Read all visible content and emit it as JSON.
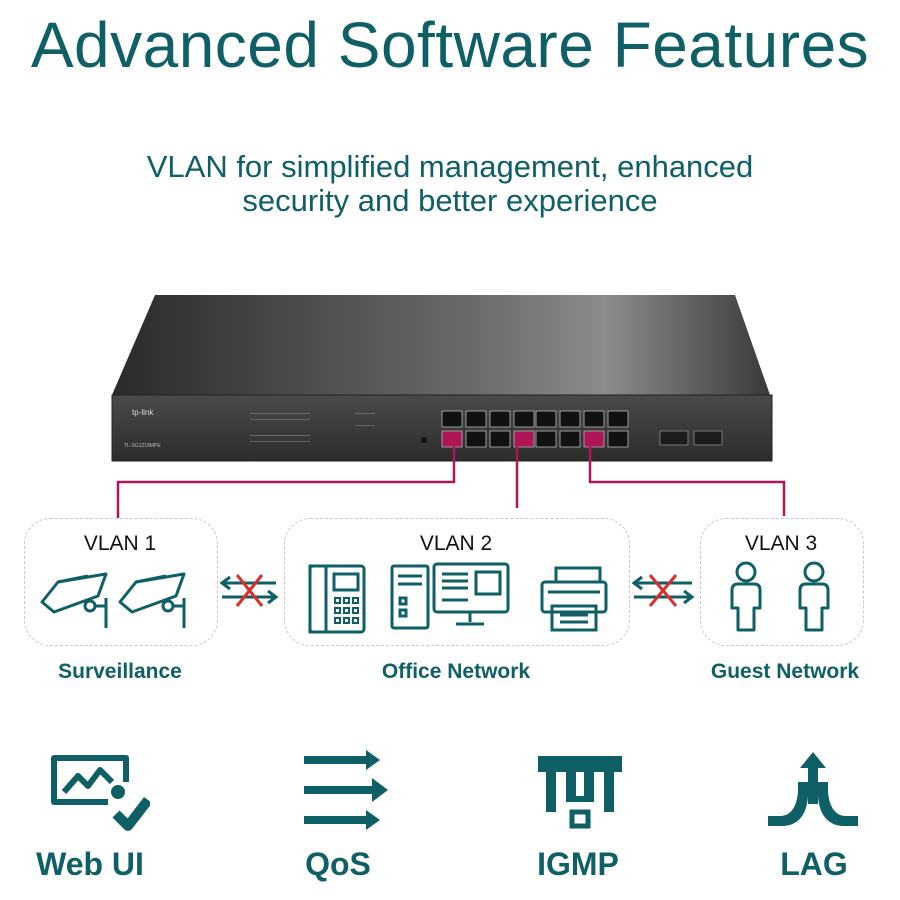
{
  "heading": "Advanced Software Features",
  "subheading": {
    "line1": "VLAN for simplified management, enhanced",
    "line2": "security and better experience"
  },
  "switch": {
    "brand": "tp-link",
    "model": "TL-SG1218MPE"
  },
  "vlans": [
    {
      "label": "VLAN 1",
      "name": "Surveillance",
      "icons": [
        "camera-icon",
        "camera-icon"
      ]
    },
    {
      "label": "VLAN 2",
      "name": "Office Network",
      "icons": [
        "ip-phone-icon",
        "desktop-computer-icon",
        "printer-icon"
      ]
    },
    {
      "label": "VLAN 3",
      "name": "Guest Network",
      "icons": [
        "person-icon",
        "person-icon"
      ]
    }
  ],
  "features": [
    {
      "label": "Web UI",
      "icon": "web-ui-icon"
    },
    {
      "label": "QoS",
      "icon": "qos-icon"
    },
    {
      "label": "IGMP",
      "icon": "igmp-icon"
    },
    {
      "label": "LAG",
      "icon": "lag-icon"
    }
  ],
  "colors": {
    "teal": "#0f5f66",
    "magenta": "#b01657",
    "red_x": "#d9302e",
    "dashed_border": "#c8c8c8",
    "switch_body": "#3a3a3a"
  }
}
